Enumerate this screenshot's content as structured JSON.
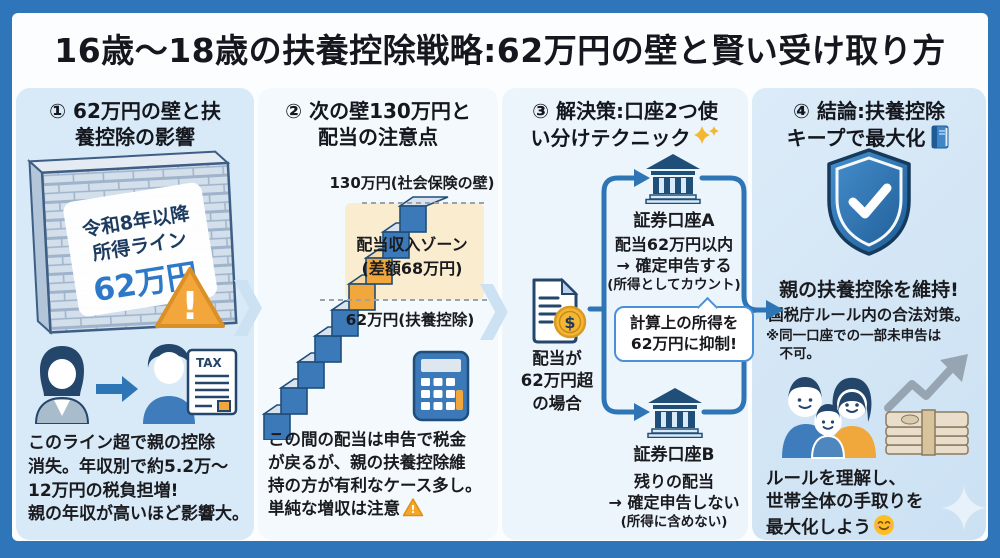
{
  "title": "16歳〜18歳の扶養控除戦略:62万円の壁と賢い受け取り方",
  "panels": {
    "p1": {
      "heading": "① 62万円の壁と扶\n養控除の影響",
      "wall_line1": "令和8年以降",
      "wall_line2": "所得ライン",
      "wall_amount": "62万円",
      "warning_mark": "!",
      "tax_label": "TAX",
      "body": "このライン超で親の控除\n消失。年収別で約5.2万〜\n12万円の税負担増!\n親の年収が高いほど影響大。"
    },
    "p2": {
      "heading": "② 次の壁130万円と\n配当の注意点",
      "upper_wall_label": "130万円(社会保険の壁)",
      "zone_line1": "配当収入ゾーン",
      "zone_line2": "(差額68万円)",
      "lower_wall_label": "62万円(扶養控除)",
      "body": "この間の配当は申告で税金\nが戻るが、親の扶養控除維\n持の方が有利なケース多し。\n単純な増収は注意",
      "warning_mark": "!"
    },
    "p3": {
      "heading": "③ 解決策:口座2つ使\nい分けテクニック",
      "source_label": "配当が\n62万円超\nの場合",
      "dollar_sign": "$",
      "account_a": {
        "name": "証券口座A",
        "line1": "配当62万円以内",
        "line2": "→ 確定申告する",
        "line3": "(所得としてカウント)"
      },
      "bubble": "計算上の所得を\n62万円に抑制!",
      "account_b": {
        "name": "証券口座B",
        "line1": "残りの配当",
        "line2": "→ 確定申告しない",
        "line3": "(所得に含めない)"
      }
    },
    "p4": {
      "heading": "④ 結論:扶養控除\nキープで最大化",
      "line1": "親の扶養控除を維持!",
      "line2": "国税庁ルール内の合法対策。",
      "note": "※同一口座での一部未申告は\n　不可。",
      "body": "ルールを理解し、\n世帯全体の手取りを\n最大化しよう"
    }
  },
  "colors": {
    "frame_blue": "#2E76B9",
    "accent_blue": "#2E75B6",
    "navy": "#1F4E79",
    "panel_light_blue": "#D8E9F7",
    "panel_white": "#F3F9FD",
    "zone_beige": "#FAECCE",
    "highlight_orange": "#F2A73D",
    "coin_gold": "#F5B731"
  },
  "icons": {
    "warning-triangle-icon": "⚠",
    "sparkles-icon": "✨",
    "book-icon": "📘",
    "smiley-icon": "😊",
    "shield-check-icon": "shield with checkmark",
    "bank-icon": "bank building",
    "document-dollar-icon": "document with $ coin",
    "calculator-icon": "calculator",
    "woman-icon": "woman",
    "man-icon": "man",
    "tax-document-icon": "TAX document",
    "family-icon": "family (parents and child)",
    "money-arrow-icon": "money stack with rising arrow",
    "arrow-right-icon": "→",
    "chevron-right-icon": "›"
  }
}
